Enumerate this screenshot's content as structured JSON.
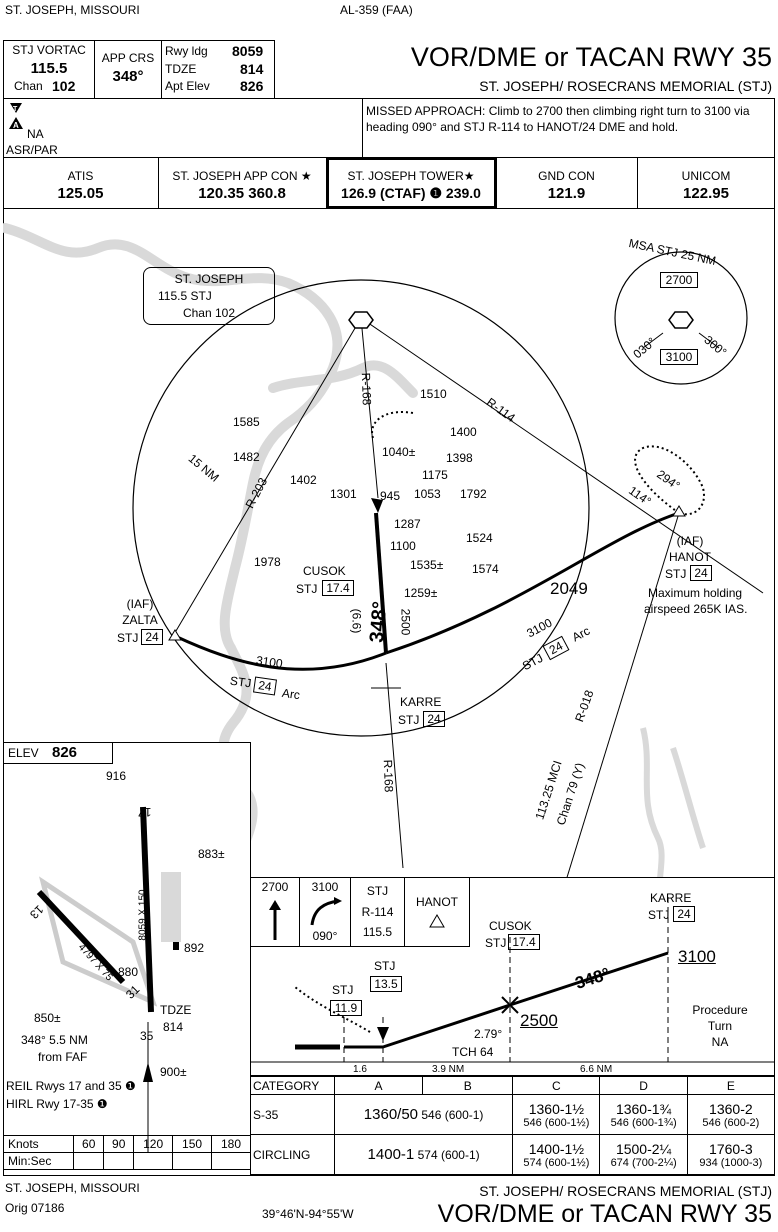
{
  "header": {
    "location": "ST. JOSEPH, MISSOURI",
    "chart_id": "AL-359 (FAA)",
    "title": "VOR/DME or TACAN RWY 35",
    "airport": "ST. JOSEPH/ ROSECRANS MEMORIAL (STJ)"
  },
  "navaid_box": {
    "name": "STJ VORTAC",
    "freq": "115.5",
    "chan_label": "Chan",
    "chan": "102"
  },
  "app_crs": {
    "label": "APP CRS",
    "value": "348°"
  },
  "runway": {
    "rwy_label": "Rwy ldg",
    "rwy": "8059",
    "tdze_label": "TDZE",
    "tdze": "814",
    "elev_label": "Apt Elev",
    "elev": "826"
  },
  "notes": {
    "alt_minimums_na": "NA",
    "radar": "ASR/PAR"
  },
  "missed_approach": "MISSED APPROACH: Climb to 2700 then climbing right turn to 3100 via heading 090° and STJ R-114 to HANOT/24 DME and hold.",
  "comms": [
    {
      "name": "ATIS",
      "freq": "125.05"
    },
    {
      "name": "ST. JOSEPH APP CON ★",
      "freq": "120.35  360.8"
    },
    {
      "name": "ST. JOSEPH TOWER★",
      "freq": "126.9 (CTAF) ❶ 239.0"
    },
    {
      "name": "GND CON",
      "freq": "121.9"
    },
    {
      "name": "UNICOM",
      "freq": "122.95"
    }
  ],
  "plan_view": {
    "vortac_label": {
      "name": "ST. JOSEPH",
      "freq_id": "115.5  STJ",
      "chan": "Chan 102"
    },
    "msa": {
      "title": "MSA STJ 25 NM",
      "north": "2700",
      "south": "3100",
      "left_radial": "030°",
      "right_radial": "300°"
    },
    "ring_label": "15 NM",
    "radials": [
      "R-168",
      "R-114",
      "R-203",
      "R-168",
      "R-018"
    ],
    "zalta": {
      "iaf": "(IAF)",
      "name": "ZALTA",
      "dme_prefix": "STJ",
      "dme": "24"
    },
    "hanot": {
      "iaf": "(IAF)",
      "name": "HANOT",
      "dme_prefix": "STJ",
      "dme": "24",
      "note1": "Maximum holding",
      "note2": "airspeed 265K IAS."
    },
    "cusok": {
      "name": "CUSOK",
      "dme_prefix": "STJ",
      "dme": "17.4"
    },
    "karre": {
      "name": "KARRE",
      "dme_prefix": "STJ",
      "dme": "24"
    },
    "left_arc": {
      "alt": "3100",
      "prefix": "STJ",
      "dme": "24",
      "suffix": "Arc"
    },
    "right_arc": {
      "alt": "3100",
      "prefix": "STJ",
      "dme": "24",
      "suffix": "Arc"
    },
    "final": {
      "course": "348°",
      "alt": "2500",
      "dist": "(6.6)"
    },
    "hold": {
      "out": "294°",
      "in": "114°"
    },
    "mcl": {
      "line1": "113.25 MCI",
      "line2": "Chan 79 (Y)"
    },
    "obstacles": [
      "1510",
      "1400",
      "1398",
      "1585",
      "1482",
      "1040±",
      "1175",
      "1402",
      "1301",
      "945",
      "1053",
      "1792",
      "1287",
      "1524",
      "1100",
      "1978",
      "1535±",
      "1574",
      "1259±",
      "2049"
    ]
  },
  "airport_diagram": {
    "elev_label": "ELEV",
    "elev": "826",
    "obstacles": [
      "916",
      "883±",
      "850±",
      "880",
      "900±"
    ],
    "rwy_dims_main": "8059 X 150",
    "rwy_dims_cross": "4797 X 75",
    "tower_elev": "892",
    "tdze_label": "TDZE",
    "tdze": "814",
    "rwy_labels": [
      "17",
      "13",
      "31",
      "35"
    ],
    "faf_dist": "348°  5.5 NM",
    "faf_note": "from FAF",
    "lights1": "REIL Rwys 17 and 35 ❶",
    "lights2": "HIRL Rwy 17-35 ❶"
  },
  "profile": {
    "ma_icons": {
      "climb": "2700",
      "turn_alt": "3100",
      "heading": "090°",
      "fix_nav": "STJ",
      "fix_radial": "R-114",
      "fix_freq": "115.5",
      "hold_fix": "HANOT"
    },
    "karre": {
      "name": "KARRE",
      "prefix": "STJ",
      "dme": "24",
      "alt": "3100"
    },
    "cusok": {
      "name": "CUSOK",
      "prefix": "STJ",
      "dme": "17.4"
    },
    "stj_135": {
      "name": "STJ",
      "dme": "13.5"
    },
    "stj_119": {
      "name": "STJ",
      "dme": "11.9"
    },
    "course": "348°",
    "faf_alt": "2500",
    "gs": "2.79°",
    "tch": "TCH 64",
    "pt": [
      "Procedure",
      "Turn",
      "NA"
    ],
    "dists": [
      "1.6",
      "3.9 NM",
      "6.6 NM"
    ]
  },
  "minimums": {
    "header": [
      "CATEGORY",
      "A",
      "B",
      "C",
      "D",
      "E"
    ],
    "straight": {
      "label": "S-35",
      "ab_main": "1360/50",
      "ab_sub": "546 (600-1)",
      "c_main": "1360-1½",
      "c_sub": "546 (600-1½)",
      "d_main": "1360-1¾",
      "d_sub": "546 (600-1¾)",
      "e_main": "1360-2",
      "e_sub": "546 (600-2)"
    },
    "circling": {
      "label": "CIRCLING",
      "ab_main": "1400-1",
      "ab_sub": "574 (600-1)",
      "c_main": "1400-1½",
      "c_sub": "574 (600-1½)",
      "d_main": "1500-2¼",
      "d_sub": "674 (700-2¼)",
      "e_main": "1760-3",
      "e_sub": "934 (1000-3)"
    }
  },
  "timing": {
    "knots_label": "Knots",
    "minsec_label": "Min:Sec",
    "speeds": [
      "60",
      "90",
      "120",
      "150",
      "180"
    ],
    "times": [
      "",
      "",
      "",
      "",
      ""
    ]
  },
  "footer": {
    "location": "ST. JOSEPH, MISSOURI",
    "orig": "Orig  07186",
    "coords": "39°46'N-94°55'W",
    "airport": "ST. JOSEPH/ ROSECRANS MEMORIAL (STJ)",
    "title": "VOR/DME or TACAN RWY 35"
  },
  "colors": {
    "terrain": "#d9d9d9",
    "ink": "#000000"
  }
}
